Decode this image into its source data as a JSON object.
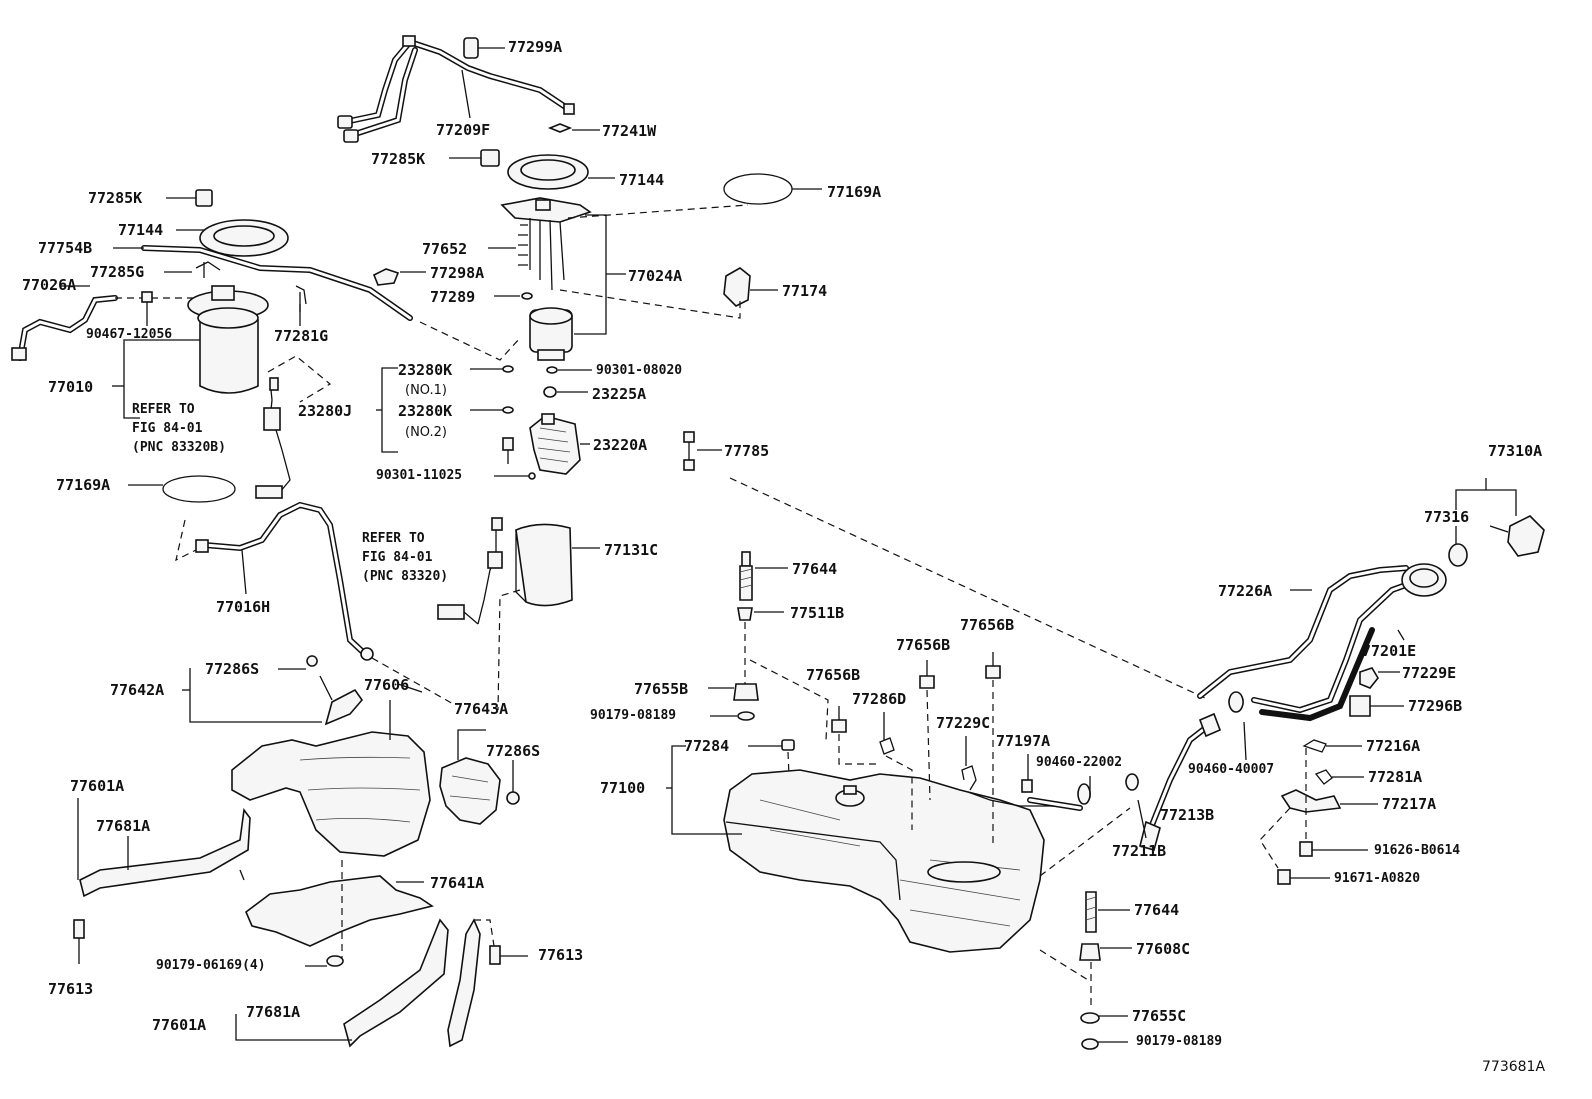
{
  "figure_id": "773681A",
  "labels": [
    {
      "id": "l1",
      "text": "77299A"
    },
    {
      "id": "l2",
      "text": "77209F"
    },
    {
      "id": "l3",
      "text": "77241W"
    },
    {
      "id": "l4",
      "text": "77285K"
    },
    {
      "id": "l5",
      "text": "77144"
    },
    {
      "id": "l6",
      "text": "77169A"
    },
    {
      "id": "l7",
      "text": "77285K"
    },
    {
      "id": "l8",
      "text": "77144"
    },
    {
      "id": "l9",
      "text": "77754B"
    },
    {
      "id": "l10",
      "text": "77285G"
    },
    {
      "id": "l11",
      "text": "77026A"
    },
    {
      "id": "l12",
      "text": "77652"
    },
    {
      "id": "l13",
      "text": "77298A"
    },
    {
      "id": "l14",
      "text": "77024A"
    },
    {
      "id": "l15",
      "text": "77289"
    },
    {
      "id": "l16",
      "text": "77174"
    },
    {
      "id": "l17",
      "text": "90467-12056"
    },
    {
      "id": "l18",
      "text": "77281G"
    },
    {
      "id": "l19",
      "text": "23280K"
    },
    {
      "id": "l20",
      "text": "(NO.1)"
    },
    {
      "id": "l21",
      "text": "90301-08020"
    },
    {
      "id": "l22",
      "text": "77010"
    },
    {
      "id": "l23",
      "text": "23225A"
    },
    {
      "id": "l24",
      "text": "23280J"
    },
    {
      "id": "l25",
      "text": "23280K"
    },
    {
      "id": "l26",
      "text": "(NO.2)"
    },
    {
      "id": "l27",
      "text": "23220A"
    },
    {
      "id": "l28",
      "text": "77785"
    },
    {
      "id": "l29",
      "text": "90301-11025"
    },
    {
      "id": "l30",
      "text": "77169A"
    },
    {
      "id": "l31",
      "text": "77310A"
    },
    {
      "id": "l32",
      "text": "77316"
    },
    {
      "id": "l33",
      "text": "77131C"
    },
    {
      "id": "l34",
      "text": "77644"
    },
    {
      "id": "l35",
      "text": "77226A"
    },
    {
      "id": "l36",
      "text": "77016H"
    },
    {
      "id": "l37",
      "text": "77511B"
    },
    {
      "id": "l38",
      "text": "77656B"
    },
    {
      "id": "l39",
      "text": "77656B"
    },
    {
      "id": "l40",
      "text": "77201E"
    },
    {
      "id": "l41",
      "text": "77642A"
    },
    {
      "id": "l42",
      "text": "77286S"
    },
    {
      "id": "l43",
      "text": "77606"
    },
    {
      "id": "l44",
      "text": "77656B"
    },
    {
      "id": "l45",
      "text": "77229E"
    },
    {
      "id": "l46",
      "text": "77655B"
    },
    {
      "id": "l47",
      "text": "77286D"
    },
    {
      "id": "l48",
      "text": "77643A"
    },
    {
      "id": "l49",
      "text": "77296B"
    },
    {
      "id": "l50",
      "text": "90179-08189"
    },
    {
      "id": "l51",
      "text": "77229C"
    },
    {
      "id": "l52",
      "text": "77284"
    },
    {
      "id": "l53",
      "text": "77197A"
    },
    {
      "id": "l54",
      "text": "77286S"
    },
    {
      "id": "l55",
      "text": "77216A"
    },
    {
      "id": "l56",
      "text": "90460-22002"
    },
    {
      "id": "l57",
      "text": "90460-40007"
    },
    {
      "id": "l58",
      "text": "77601A"
    },
    {
      "id": "l59",
      "text": "77100"
    },
    {
      "id": "l60",
      "text": "77281A"
    },
    {
      "id": "l61",
      "text": "77681A"
    },
    {
      "id": "l62",
      "text": "77217A"
    },
    {
      "id": "l63",
      "text": "77213B"
    },
    {
      "id": "l64",
      "text": "77211B"
    },
    {
      "id": "l65",
      "text": "91626-B0614"
    },
    {
      "id": "l66",
      "text": "77641A"
    },
    {
      "id": "l67",
      "text": "91671-A0820"
    },
    {
      "id": "l68",
      "text": "77644"
    },
    {
      "id": "l69",
      "text": "77613"
    },
    {
      "id": "l70",
      "text": "77608C"
    },
    {
      "id": "l71",
      "text": "90179-06169(4)"
    },
    {
      "id": "l72",
      "text": "77613"
    },
    {
      "id": "l73",
      "text": "77601A"
    },
    {
      "id": "l74",
      "text": "77681A"
    },
    {
      "id": "l75",
      "text": "77655C"
    },
    {
      "id": "l76",
      "text": "90179-08189"
    }
  ],
  "refer1": [
    "REFER TO",
    "FIG 84-01",
    "(PNC 83320B)"
  ],
  "refer2": [
    "REFER TO",
    "FIG 84-01",
    "(PNC 83320)"
  ]
}
